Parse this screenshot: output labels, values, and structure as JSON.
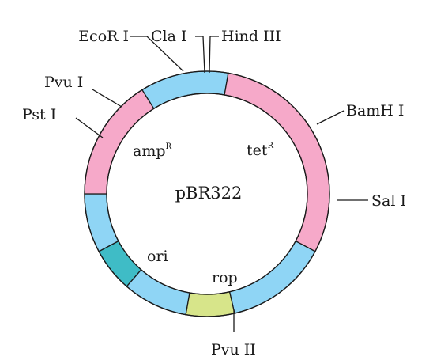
{
  "plasmid": {
    "name": "pBR322",
    "genes": {
      "amp": {
        "base": "amp",
        "sup": "R"
      },
      "tet": {
        "base": "tet",
        "sup": "R"
      },
      "ori": "ori",
      "rop": "rop"
    }
  },
  "sites": {
    "ecor1": "EcoR I",
    "cla1": "Cla I",
    "hind3": "Hind III",
    "pvu1": "Pvu I",
    "pst1": "Pst I",
    "bamh1": "BamH I",
    "sal1": "Sal I",
    "pvu2": "Pvu II"
  },
  "colors": {
    "pink": "#f6a9c9",
    "blue": "#8fd5f5",
    "teal": "#3fbcc6",
    "yellow": "#d7e58a",
    "outline": "#1a1a1a"
  }
}
